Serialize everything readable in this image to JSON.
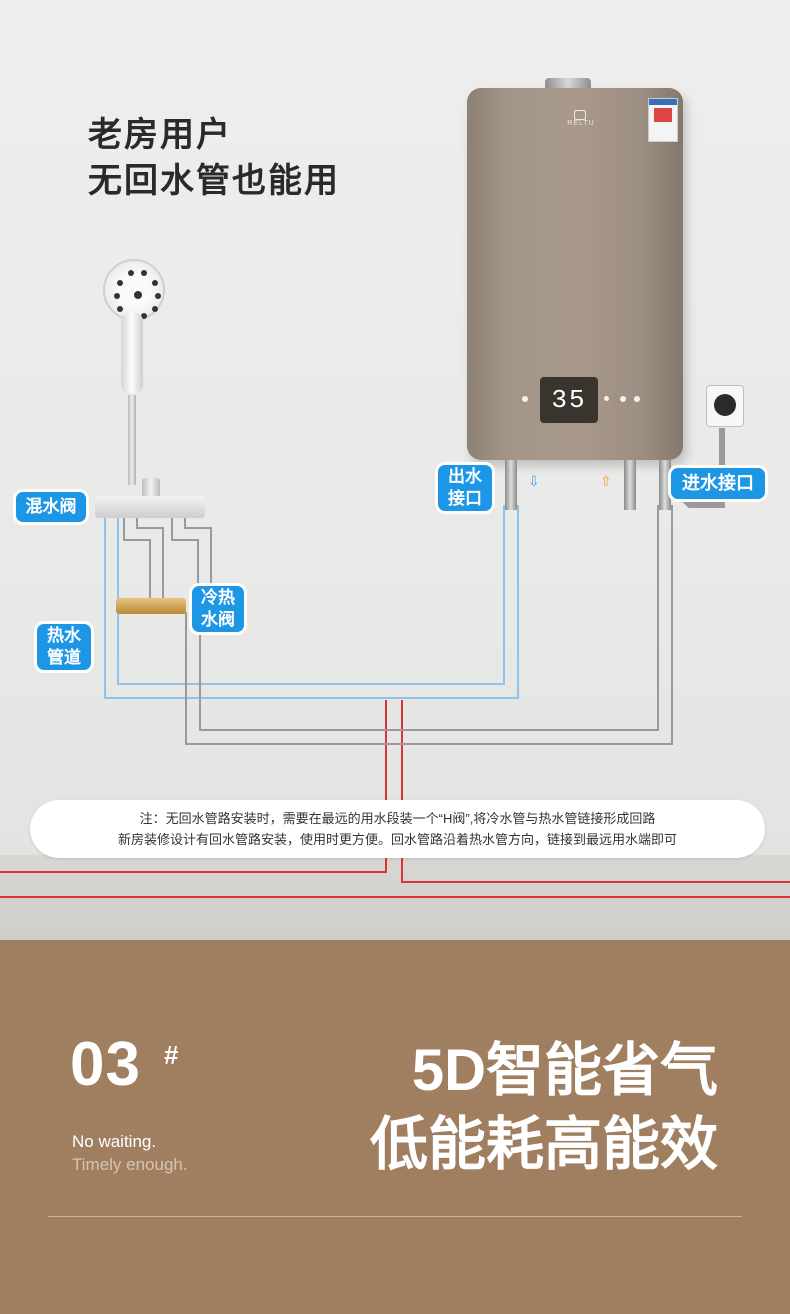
{
  "headline": {
    "line1": "老房用户",
    "line2": "无回水管也能用"
  },
  "heater": {
    "brand": "RELTU",
    "display_value": "35"
  },
  "callouts": {
    "outlet": [
      "出水",
      "接口"
    ],
    "inlet": "进水接口",
    "mixing_valve": "混水阀",
    "hot_cold_valve": [
      "冷热",
      "水阀"
    ],
    "hot_pipe": [
      "热水",
      "管道"
    ]
  },
  "note": {
    "line1": "注：无回水管路安装时，需要在最远的用水段装一个“H阀”,将冷水管与热水管链接形成回路",
    "line2": "新房装修设计有回水管路安装，使用时更方便。回水管路沿着热水管方向，链接到最远用水端即可"
  },
  "feature": {
    "number": "03",
    "number_mark": "#",
    "tagline1": "No waiting.",
    "tagline2": "Timely enough.",
    "title_line1": "5D智能省气",
    "title_line2": "低能耗高能效"
  },
  "colors": {
    "callout_blue": "#1e96e6",
    "panel_brown": "#a07f61",
    "hot_pipe": "#d9343a",
    "cold_pipe_outline": "#8fc3ee",
    "heater_body": "#a8998b"
  }
}
